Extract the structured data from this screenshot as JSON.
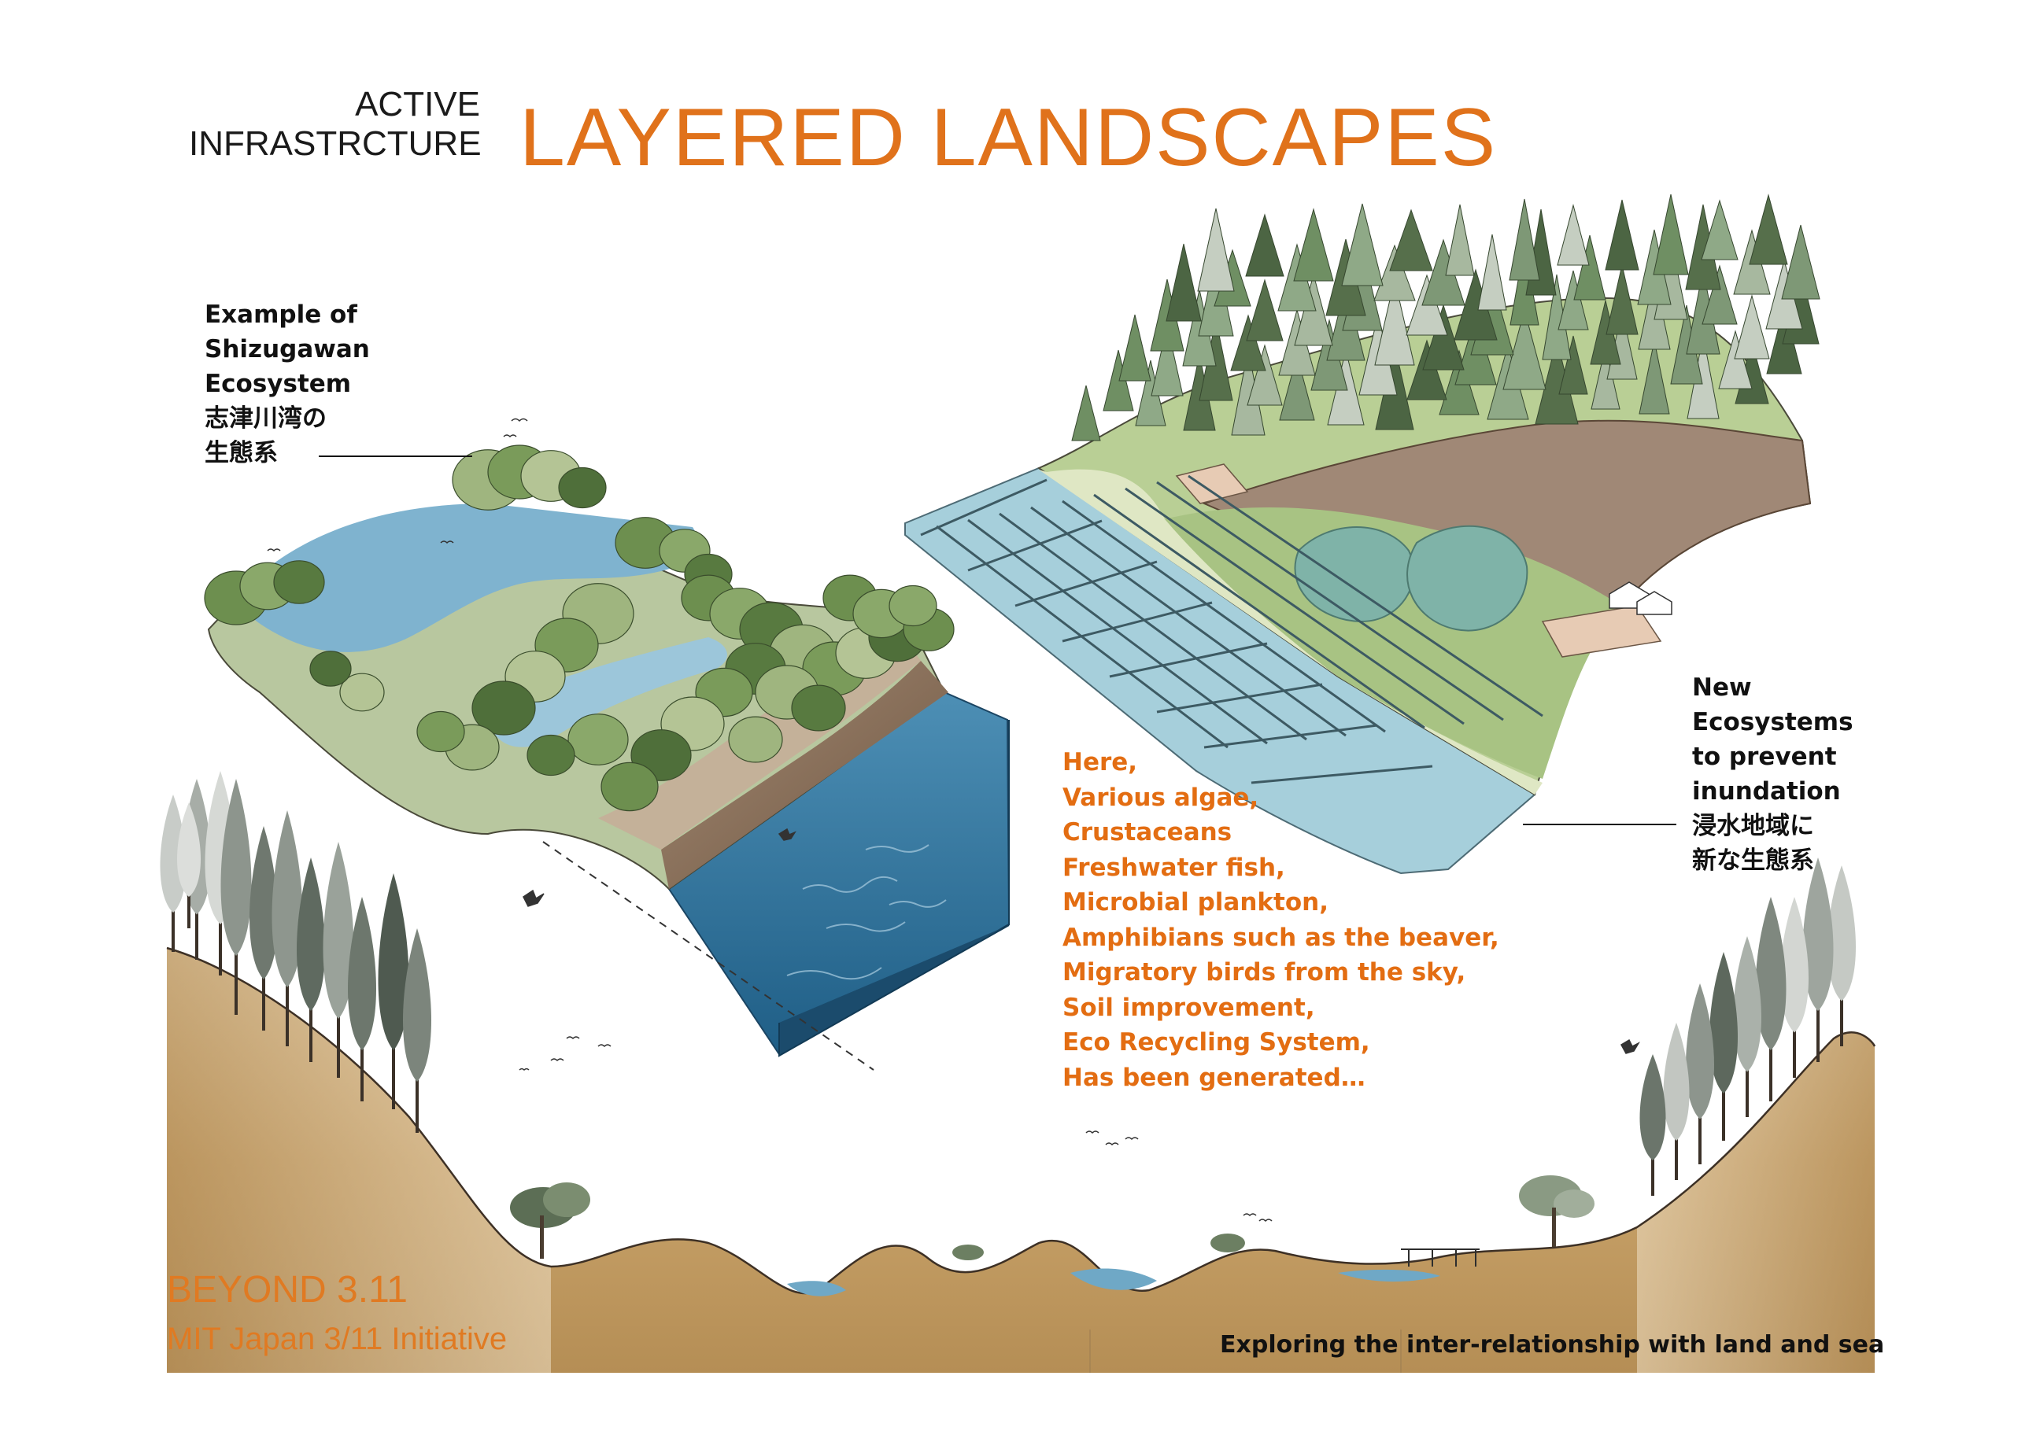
{
  "header": {
    "active_line1": "ACTIVE",
    "active_line2": "INFRASTRCTURE",
    "title": "LAYERED LANDSCAPES"
  },
  "left_label": {
    "lines": [
      "Example of",
      "Shizugawan",
      "Ecosystem",
      "志津川湾の",
      "生態系"
    ]
  },
  "right_label": {
    "lines": [
      "New",
      "Ecosystems",
      "to prevent",
      "inundation",
      "浸水地域に",
      "新な生態系"
    ]
  },
  "orange_list": {
    "lines": [
      "Here,",
      "Various algae,",
      "Crustaceans",
      "Freshwater fish,",
      "Microbial plankton,",
      "Amphibians such as the beaver,",
      "Migratory birds from the sky,",
      "Soil improvement,",
      "Eco Recycling System,",
      "Has been generated…"
    ]
  },
  "footer": {
    "beyond": "BEYOND 3.11",
    "mit": "MIT Japan 3/11 Initiative",
    "caption": "Exploring the inter-relationship with land and sea"
  },
  "colors": {
    "accent_orange": "#e0721b",
    "water_blue": "#4d8fb5",
    "deep_water": "#2a6a94",
    "pond_blue": "#8ec4d3",
    "forest_green": "#6f9553",
    "light_green": "#b7cf94",
    "earth_brown": "#8a6e55",
    "sand": "#c9a36a"
  }
}
